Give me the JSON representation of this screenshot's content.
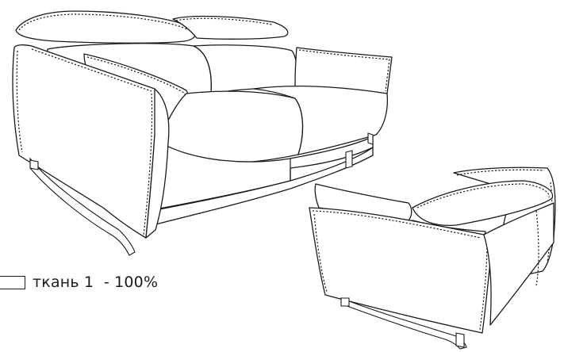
{
  "legend": {
    "swatch_color": "#ffffff",
    "label": "ткань 1  - 100%"
  },
  "illustrations": [
    {
      "name": "sofa-three-seat-front-view"
    },
    {
      "name": "sofa-two-seat-back-view"
    }
  ]
}
